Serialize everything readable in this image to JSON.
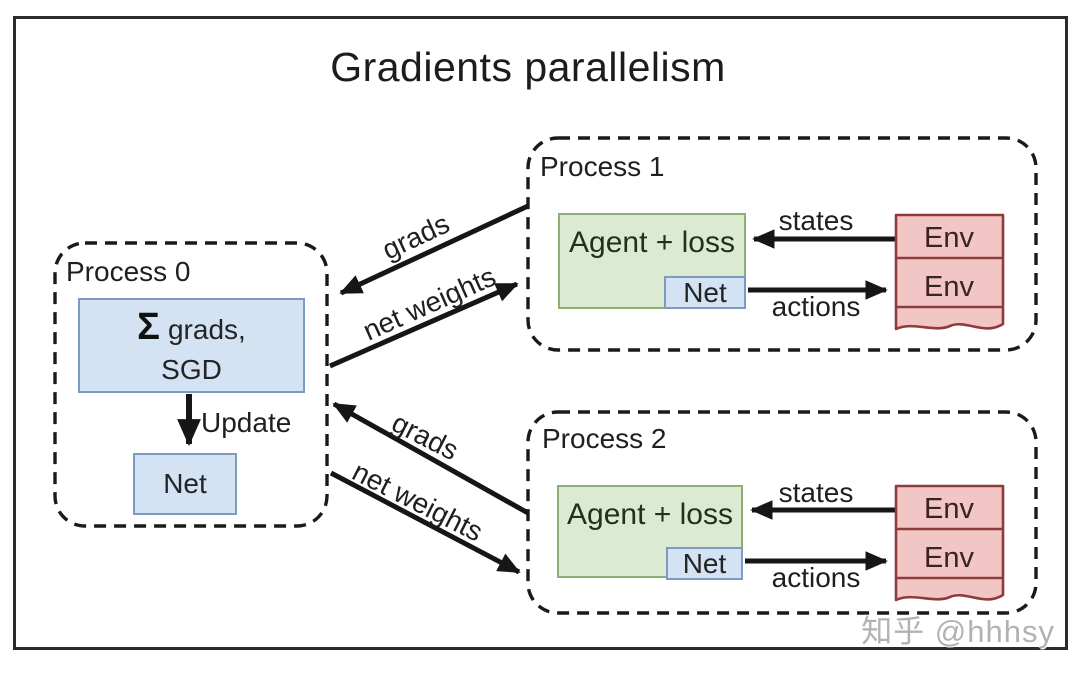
{
  "title": "Gradients parallelism",
  "watermark": "知乎 @hhhsy",
  "colors": {
    "blue_fill": "#d3e3f4",
    "blue_border": "#7d9bc1",
    "green_fill": "#dcead2",
    "green_border": "#8caf76",
    "pink_fill": "#f3c6c6",
    "pink_border": "#8e3b3b",
    "line_color": "#161616",
    "text_color": "#212121"
  },
  "process0": {
    "label": "Process 0",
    "sum_box": {
      "sigma": "Σ",
      "line1": "grads,",
      "line2": "SGD"
    },
    "update_arrow_label": "Update",
    "net_box_label": "Net"
  },
  "process1": {
    "label": "Process 1",
    "agent_box_label": "Agent + loss",
    "net_box_label": "Net",
    "env_labels": [
      "Env",
      "Env"
    ],
    "states_arrow_label": "states",
    "actions_arrow_label": "actions"
  },
  "process2": {
    "label": "Process 2",
    "agent_box_label": "Agent + loss",
    "net_box_label": "Net",
    "env_labels": [
      "Env",
      "Env"
    ],
    "states_arrow_label": "states",
    "actions_arrow_label": "actions"
  },
  "links": {
    "p1_grads_label": "grads",
    "p1_weights_label": "net weights",
    "p2_grads_label": "grads",
    "p2_weights_label": "net weights"
  }
}
